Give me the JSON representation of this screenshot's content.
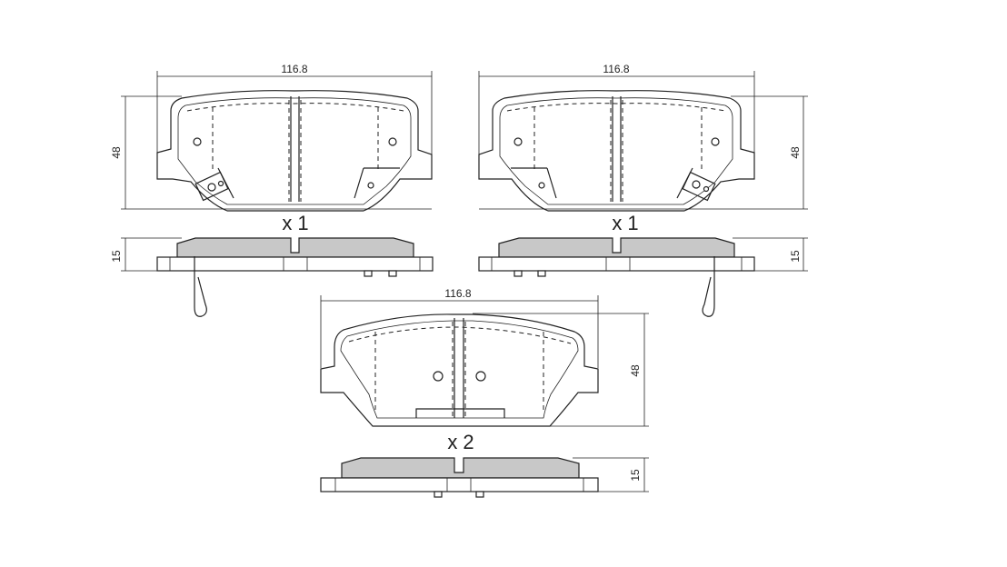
{
  "pads": [
    {
      "id": "top-left",
      "width_label": "116.8",
      "height_label": "48",
      "thickness_label": "15",
      "qty_label": "x 1"
    },
    {
      "id": "top-right",
      "width_label": "116.8",
      "height_label": "48",
      "thickness_label": "15",
      "qty_label": "x 1"
    },
    {
      "id": "bottom",
      "width_label": "116.8",
      "height_label": "48",
      "thickness_label": "15",
      "qty_label": "x 2"
    }
  ]
}
